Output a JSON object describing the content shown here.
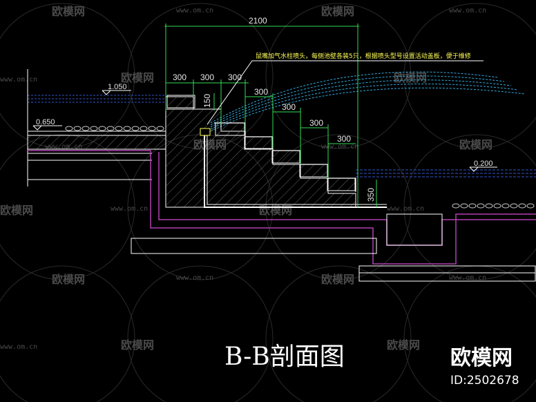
{
  "drawing": {
    "title": "B-B剖面图",
    "note": "鼠嘴加气水柱喷头，每侧池壁各装5只，根据喷头型号设置活动盖板，便于维修",
    "dimensions": {
      "overall_width": "2100",
      "step_run": "300",
      "step_rise": "150",
      "pool_depth": "350"
    },
    "levels": {
      "upper": "1.050",
      "left_deck": "0.650",
      "pool_water": "0.200"
    }
  },
  "watermark": {
    "site": "www.om.cn",
    "brand": "欧模网",
    "logo": "欧模网",
    "id": "ID:2502678"
  },
  "colors": {
    "background": "#000000",
    "outline": "#ffffff",
    "slab": "#b040b0",
    "dimension": "#33dd55",
    "water": "#3355cc",
    "spray": "#33aadd",
    "note": "#ffff55",
    "watermark": "#4a4a4a"
  }
}
